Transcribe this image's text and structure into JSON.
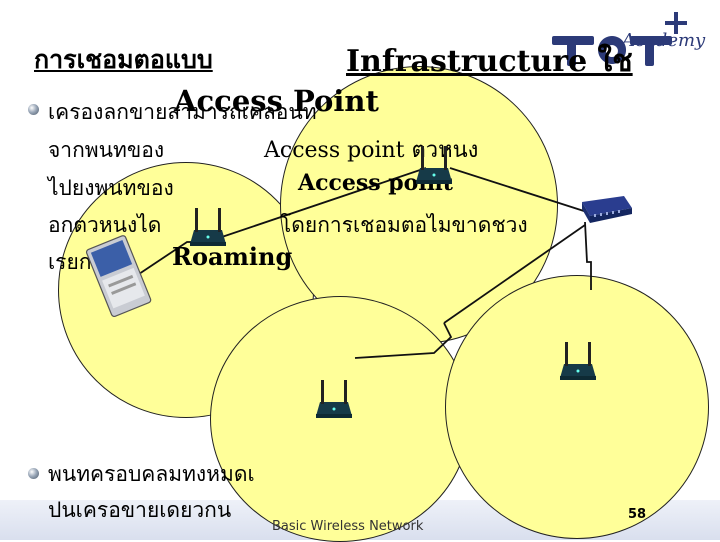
{
  "slide": {
    "title_thai": "การเชอมตอแบบ",
    "title_en": "Infrastructure ใช",
    "title_line2": "Access Point",
    "bullets": [
      {
        "lines": [
          {
            "thai": "เครองลกขายสามารถเคลอนท",
            "en": ""
          },
          {
            "thai": "จากพนทของ",
            "en": "Access point ตวหนง"
          },
          {
            "thai": "ไปยงพนทของ",
            "en": "Access point"
          },
          {
            "thai": "อกตวหนงได",
            "en": "โดยการเชอมตอไมขาดชวง"
          },
          {
            "thai": "เรยกวา",
            "en": "Roaming"
          }
        ]
      },
      {
        "lines": [
          {
            "thai": "พนทครอบคลมทงหมดเ",
            "en": ""
          },
          {
            "thai": "ปนเครอขายเดยวกน",
            "en": ""
          }
        ]
      }
    ],
    "logo_text": "Academy",
    "footer_text": "Basic Wireless Network",
    "page_number": "58",
    "colors": {
      "coverage": "#ffff99",
      "logo": "#2c3a78",
      "footer_band": "#dfe4f0"
    },
    "icons": [
      "tot-academy-logo",
      "pcmcia-card-icon",
      "access-point-icon",
      "router-icon"
    ]
  }
}
